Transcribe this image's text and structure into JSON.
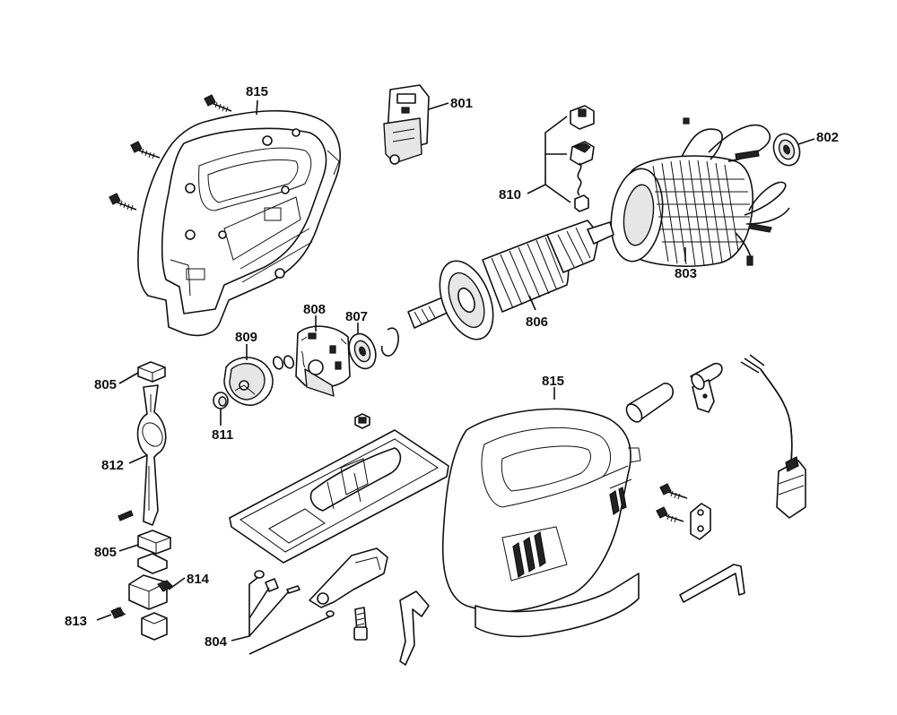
{
  "labels": {
    "l801": "801",
    "l802": "802",
    "l803": "803",
    "l804": "804",
    "l805a": "805",
    "l805b": "805",
    "l806": "806",
    "l807": "807",
    "l808": "808",
    "l809": "809",
    "l810": "810",
    "l811": "811",
    "l812": "812",
    "l813": "813",
    "l814": "814",
    "l815a": "815",
    "l815b": "815"
  }
}
